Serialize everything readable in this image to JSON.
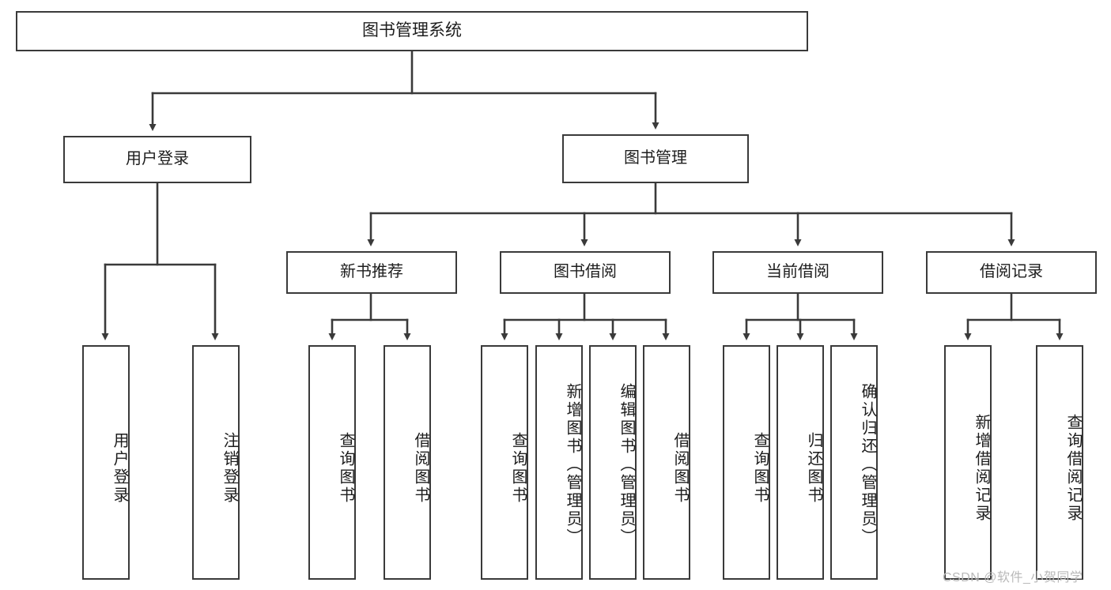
{
  "diagram": {
    "type": "tree-hierarchy",
    "title": "图书管理系统",
    "watermark": "CSDN @软件_小贺同学",
    "colors": {
      "border": "#3a3a3a",
      "background": "#ffffff",
      "text": "#1d1d1d",
      "watermark": "#b9b9b9"
    },
    "nodes": {
      "root": {
        "label": "图书管理系统"
      },
      "level2": [
        {
          "label": "用户登录"
        },
        {
          "label": "图书管理"
        }
      ],
      "level3": [
        {
          "label": "新书推荐"
        },
        {
          "label": "图书借阅"
        },
        {
          "label": "当前借阅"
        },
        {
          "label": "借阅记录"
        }
      ],
      "leaves": {
        "user_login": [
          {
            "label": "用户登录"
          },
          {
            "label": "注销登录"
          }
        ],
        "new_book_recommend": [
          {
            "label": "查询图书"
          },
          {
            "label": "借阅图书"
          }
        ],
        "book_borrow": [
          {
            "label": "查询图书"
          },
          {
            "label": "新增图书（管理员）"
          },
          {
            "label": "编辑图书（管理员）"
          },
          {
            "label": "借阅图书"
          }
        ],
        "current_borrow": [
          {
            "label": "查询图书"
          },
          {
            "label": "归还图书"
          },
          {
            "label": "确认归还（管理员）"
          }
        ],
        "borrow_record": [
          {
            "label": "新增借阅记录"
          },
          {
            "label": "查询借阅记录"
          }
        ]
      }
    }
  }
}
